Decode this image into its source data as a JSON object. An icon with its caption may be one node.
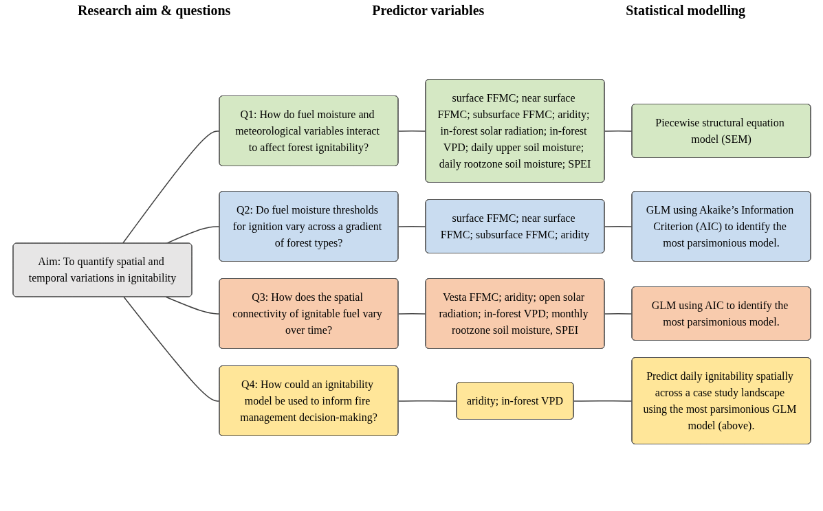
{
  "diagram": {
    "nodes": [
      {
        "text": [
          "Aim: To quantify spatial and temporal variations in ignitability"
        ]
      },
      {
        "text": [
          "Q1: How do fuel moisture and meteorological variables interact to affect forest ignitability?"
        ]
      },
      {
        "text": [
          "surface FFMC; near surface FFMC; subsurface FFMC; aridity; in-forest solar radiation; in-forest VPD; daily upper soil moisture; daily rootzone soil moisture; SPEI"
        ]
      },
      {
        "text": [
          "Piecewise structural equation model (SEM)"
        ]
      },
      {
        "text": [
          "Q2: Do fuel moisture thresholds for ignition vary across a gradient of forest types?"
        ]
      },
      {
        "text": [
          "surface FFMC; near surface FFMC; subsurface FFMC; aridity"
        ]
      },
      {
        "text": [
          "GLM using Akaike’s Information Criterion (AIC) to identify the most parsimonious model."
        ]
      },
      {
        "text": [
          "Q3: How does the spatial connectivity of ignitable fuel vary over time?"
        ]
      },
      {
        "text": [
          "Vesta FFMC; aridity; open solar radiation; in-forest VPD; monthly rootzone soil moisture, SPEI"
        ]
      },
      {
        "text": [
          "GLM using AIC to identify the most parsimonious model."
        ]
      },
      {
        "text": [
          "Q4: How could an ignitability model be used to inform fire management decision-making?"
        ]
      },
      {
        "text": [
          "aridity; in-forest VPD"
        ]
      },
      {
        "text": [
          "Predict daily ignitability spatially across a case study landscape using the most parsimonious GLM model (above)."
        ]
      }
    ],
    "edges": [
      {
        "from": 0,
        "to": 1,
        "arrow": "none"
      },
      {
        "from": 0,
        "to": 4,
        "arrow": "none"
      },
      {
        "from": 0,
        "to": 7,
        "arrow": "none"
      },
      {
        "from": 0,
        "to": 10,
        "arrow": "none"
      },
      {
        "from": 1,
        "to": 2,
        "arrow": "none"
      },
      {
        "from": 2,
        "to": 3,
        "arrow": "none"
      },
      {
        "from": 4,
        "to": 5,
        "arrow": "none"
      },
      {
        "from": 5,
        "to": 6,
        "arrow": "none"
      },
      {
        "from": 7,
        "to": 8,
        "arrow": "none"
      },
      {
        "from": 8,
        "to": 9,
        "arrow": "none"
      },
      {
        "from": 10,
        "to": 11,
        "arrow": "none"
      },
      {
        "from": 11,
        "to": 12,
        "arrow": "none"
      }
    ],
    "labels": [
      "Research aim & questions",
      "Predictor variables",
      "Statistical modelling"
    ]
  }
}
